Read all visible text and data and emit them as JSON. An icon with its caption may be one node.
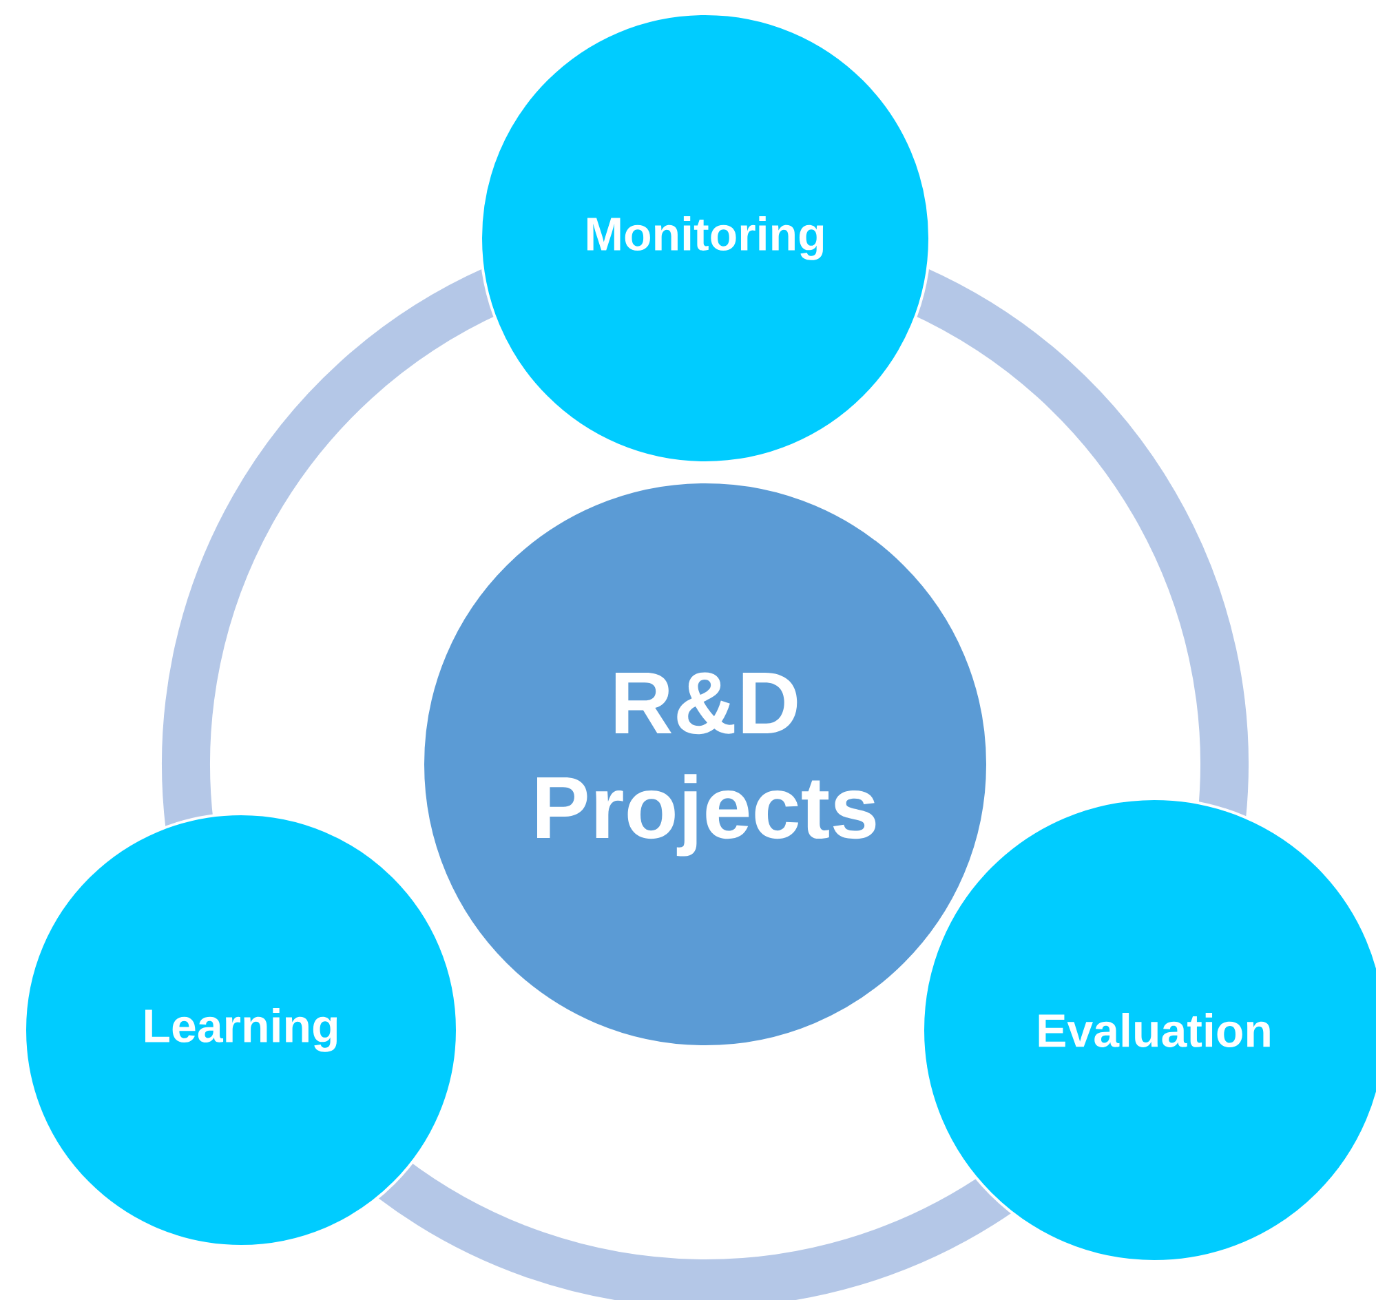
{
  "diagram": {
    "nodes": [
      {
        "text": [
          "Monitoring"
        ]
      },
      {
        "text": [
          "R&D Projects"
        ]
      },
      {
        "text": [
          "Learning"
        ]
      },
      {
        "text": [
          "Evaluation"
        ]
      }
    ],
    "edges": [
      {
        "from": 0,
        "to": 3,
        "arrow": "none"
      },
      {
        "from": 3,
        "to": 2,
        "arrow": "none"
      },
      {
        "from": 2,
        "to": 0,
        "arrow": "none"
      }
    ]
  }
}
